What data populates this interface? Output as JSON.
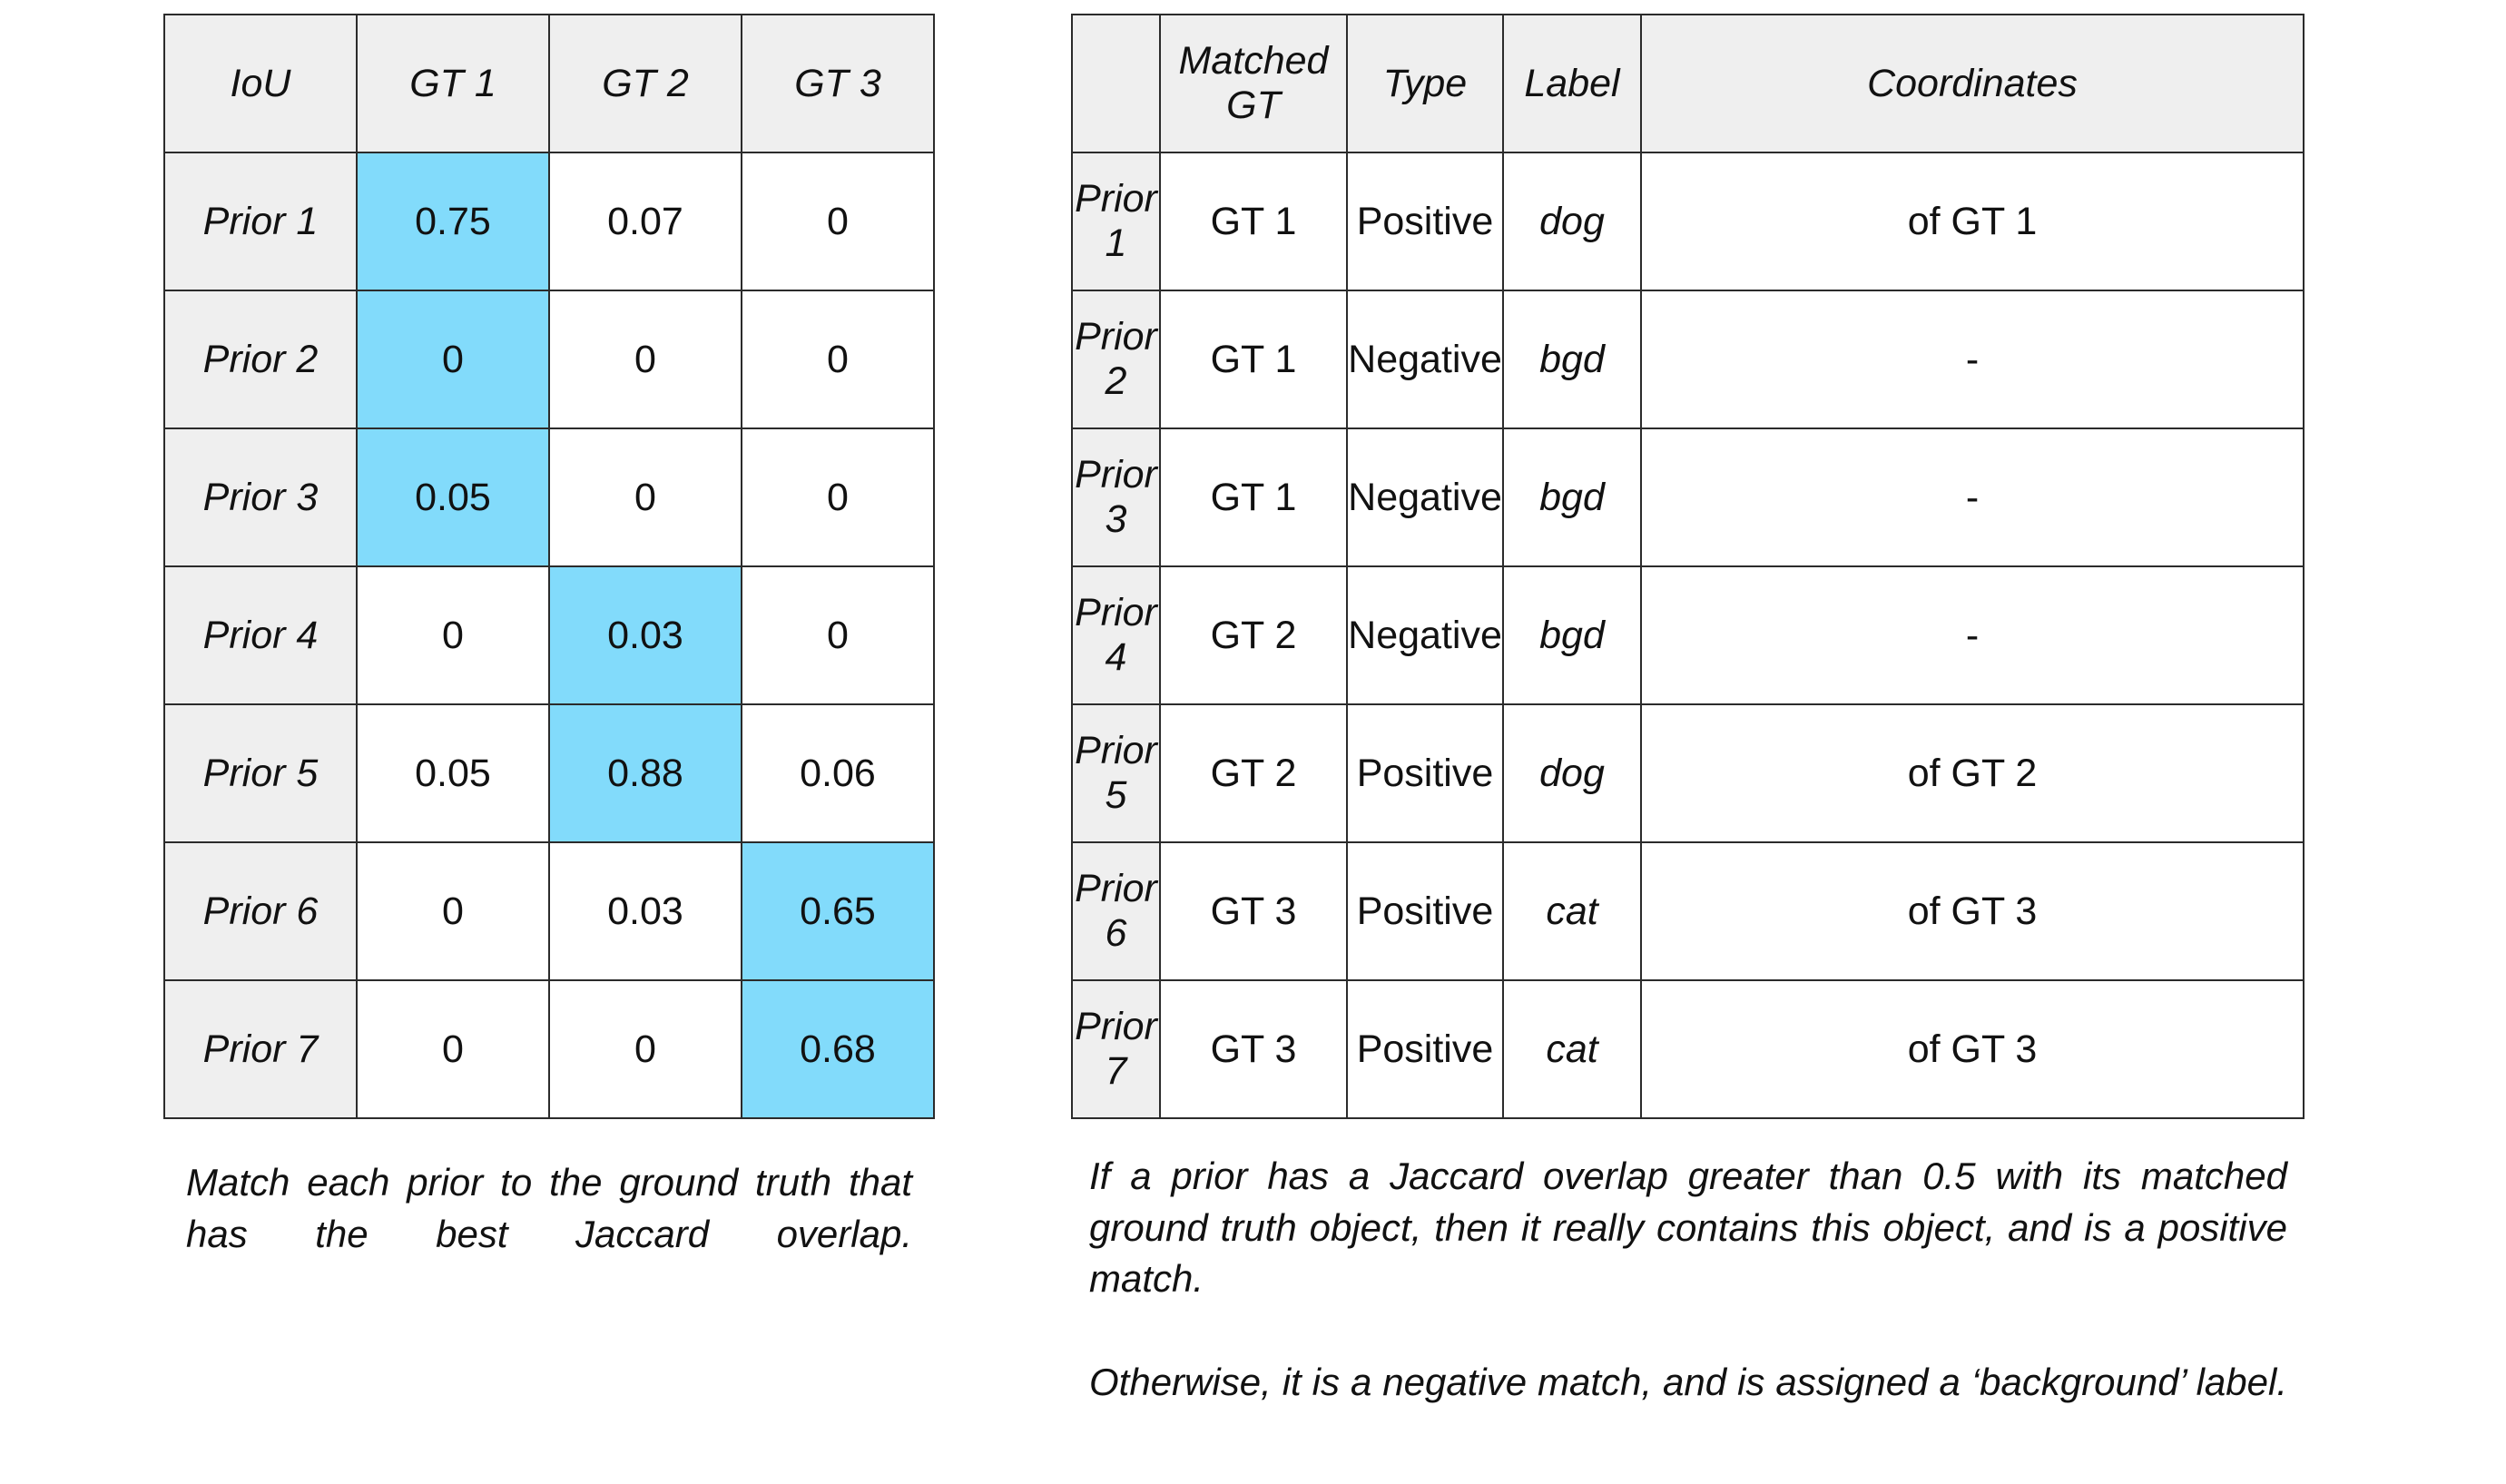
{
  "colors": {
    "highlight": "#82dbfb",
    "header_fill": "#efefef",
    "border": "#2b2b2b",
    "text": "#111111",
    "background": "#ffffff"
  },
  "iou_table": {
    "corner_label": "IoU",
    "column_headers": [
      "GT 1",
      "GT 2",
      "GT 3"
    ],
    "row_headers": [
      "Prior 1",
      "Prior 2",
      "Prior 3",
      "Prior 4",
      "Prior 5",
      "Prior 6",
      "Prior 7"
    ],
    "rows": [
      {
        "header": "Prior 1",
        "values": [
          "0.75",
          "0.07",
          "0"
        ],
        "highlight": [
          true,
          false,
          false
        ]
      },
      {
        "header": "Prior 2",
        "values": [
          "0",
          "0",
          "0"
        ],
        "highlight": [
          true,
          false,
          false
        ]
      },
      {
        "header": "Prior 3",
        "values": [
          "0.05",
          "0",
          "0"
        ],
        "highlight": [
          true,
          false,
          false
        ]
      },
      {
        "header": "Prior 4",
        "values": [
          "0",
          "0.03",
          "0"
        ],
        "highlight": [
          false,
          true,
          false
        ]
      },
      {
        "header": "Prior 5",
        "values": [
          "0.05",
          "0.88",
          "0.06"
        ],
        "highlight": [
          false,
          true,
          false
        ]
      },
      {
        "header": "Prior 6",
        "values": [
          "0",
          "0.03",
          "0.65"
        ],
        "highlight": [
          false,
          false,
          true
        ]
      },
      {
        "header": "Prior 7",
        "values": [
          "0",
          "0",
          "0.68"
        ],
        "highlight": [
          false,
          false,
          true
        ]
      }
    ]
  },
  "match_table": {
    "corner_label": "",
    "column_headers": [
      "Matched GT",
      "Type",
      "Label",
      "Coordinates"
    ],
    "rows": [
      {
        "header": "Prior 1",
        "matched_gt": "GT 1",
        "type": "Positive",
        "label": "dog",
        "coordinates": "of GT 1"
      },
      {
        "header": "Prior 2",
        "matched_gt": "GT 1",
        "type": "Negative",
        "label": "bgd",
        "coordinates": "-"
      },
      {
        "header": "Prior 3",
        "matched_gt": "GT 1",
        "type": "Negative",
        "label": "bgd",
        "coordinates": "-"
      },
      {
        "header": "Prior 4",
        "matched_gt": "GT 2",
        "type": "Negative",
        "label": "bgd",
        "coordinates": "-"
      },
      {
        "header": "Prior 5",
        "matched_gt": "GT 2",
        "type": "Positive",
        "label": "dog",
        "coordinates": "of GT 2"
      },
      {
        "header": "Prior 6",
        "matched_gt": "GT 3",
        "type": "Positive",
        "label": "cat",
        "coordinates": "of GT 3"
      },
      {
        "header": "Prior 7",
        "matched_gt": "GT 3",
        "type": "Positive",
        "label": "cat",
        "coordinates": "of GT 3"
      }
    ]
  },
  "captions": {
    "left": "Match each prior to the ground truth that has the best Jaccard overlap.",
    "right_1": "If a prior has a Jaccard overlap greater than 0.5 with its matched ground truth object, then it really contains this object, and is a positive match.",
    "right_2": "Otherwise, it is a negative match, and is assigned a ‘background’ label."
  }
}
